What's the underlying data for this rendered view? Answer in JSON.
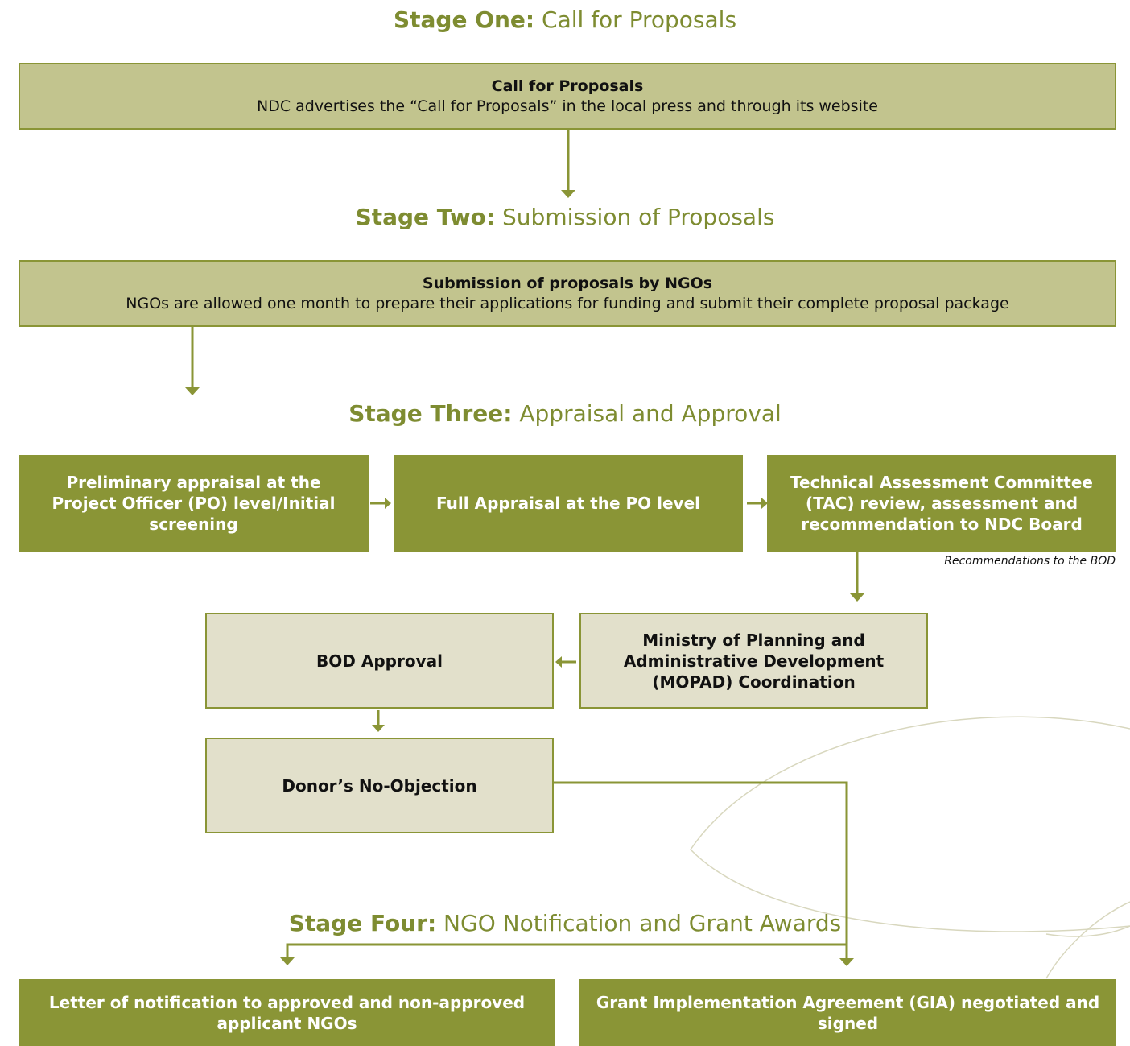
{
  "stages": [
    {
      "bold": "Stage One:",
      "rest": " Call for Proposals"
    },
    {
      "bold": "Stage Two:",
      "rest": " Submission of Proposals"
    },
    {
      "bold": "Stage Three:",
      "rest": " Appraisal and Approval"
    },
    {
      "bold": "Stage Four:",
      "rest": " NGO Notification and Grant Awards"
    }
  ],
  "call_box": {
    "title": "Call for Proposals",
    "text": "NDC advertises the “Call for Proposals” in the local press and through its website"
  },
  "submission_box": {
    "title": "Submission of proposals by NGOs",
    "text": "NGOs are allowed one month to prepare their applications for funding and submit their complete proposal package"
  },
  "appraisal": {
    "preliminary": "Preliminary appraisal at the Project Officer (PO) level/Initial screening",
    "full": "Full Appraisal at the PO level",
    "tac": "Technical Assessment Committee (TAC) review, assessment and recommendation to NDC Board",
    "note": "Recommendations to the BOD",
    "mopad": "Ministry of Planning and Administrative Development (MOPAD) Coordination",
    "bod": "BOD Approval",
    "donor": "Donor’s No-Objection"
  },
  "awards": {
    "letter": "Letter of notification to approved and non-approved applicant NGOs",
    "gia": "Grant Implementation Agreement (GIA) negotiated and signed"
  },
  "colors": {
    "olive": "#8a9536",
    "light_olive": "#c2c48e",
    "cream": "#e2e0cb",
    "stage_text": "#7e8c31"
  }
}
